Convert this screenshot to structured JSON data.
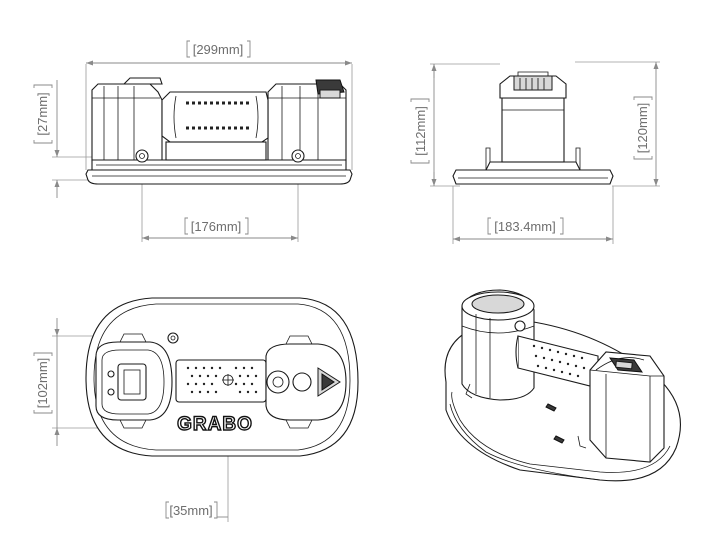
{
  "dimensions": {
    "overall_length": "[299mm]",
    "height_short": "[27mm]",
    "mount_spacing": "[176mm]",
    "side_height_a": "[112mm]",
    "side_height_b": "[120mm]",
    "side_width": "[183.4mm]",
    "top_width": "[102mm]",
    "grip_offset": "[35mm]"
  },
  "brand": {
    "logo_text": "GRABO"
  }
}
